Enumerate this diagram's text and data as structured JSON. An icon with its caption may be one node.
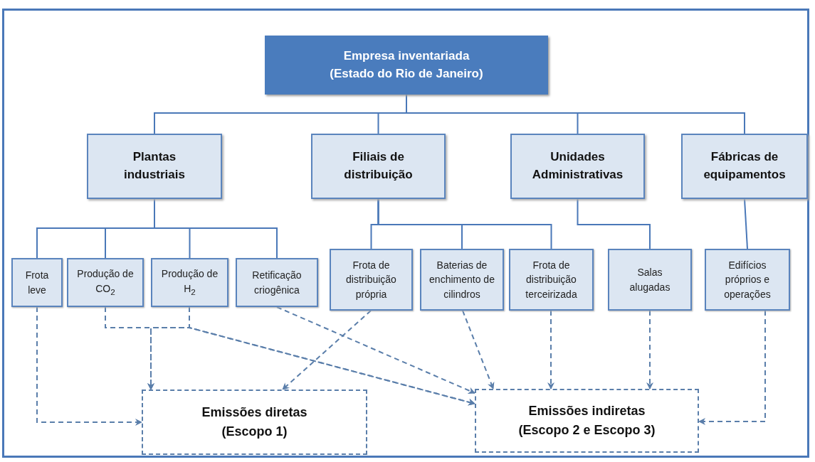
{
  "diagram": {
    "nodes": [
      {
        "text": [
          "Empresa inventariada (Estado do Rio de Janeiro)"
        ]
      },
      {
        "text": [
          "Plantas industriais"
        ]
      },
      {
        "text": [
          "Filiais de distribuição"
        ]
      },
      {
        "text": [
          "Unidades Administrativas"
        ]
      },
      {
        "text": [
          "Fábricas de equipamentos"
        ]
      },
      {
        "text": [
          "Frota leve"
        ]
      },
      {
        "text": [
          "Produção de CO$_{2}$"
        ]
      },
      {
        "text": [
          "Produção de H$_{2}$"
        ]
      },
      {
        "text": [
          "Retificação criogênica"
        ]
      },
      {
        "text": [
          "Frota de distribuição própria"
        ]
      },
      {
        "text": [
          "Baterias de enchimento de cilindros"
        ]
      },
      {
        "text": [
          "Frota de distribuição terceirizada"
        ]
      },
      {
        "text": [
          "Salas alugadas"
        ]
      },
      {
        "text": [
          "Edifícios próprios e operações"
        ]
      },
      {
        "text": [
          "Emissões diretas (Escopo 1)"
        ]
      },
      {
        "text": [
          "Emissões indiretas (Escopo 2 e Escopo 3)"
        ]
      }
    ],
    "edges": [
      {
        "from": 0,
        "to": 1,
        "arrow": "none"
      },
      {
        "from": 0,
        "to": 2,
        "arrow": "none"
      },
      {
        "from": 0,
        "to": 3,
        "arrow": "none"
      },
      {
        "from": 0,
        "to": 4,
        "arrow": "none"
      },
      {
        "from": 1,
        "to": 5,
        "arrow": "none"
      },
      {
        "from": 1,
        "to": 6,
        "arrow": "none"
      },
      {
        "from": 1,
        "to": 7,
        "arrow": "none"
      },
      {
        "from": 1,
        "to": 8,
        "arrow": "none"
      },
      {
        "from": 2,
        "to": 9,
        "arrow": "none"
      },
      {
        "from": 2,
        "to": 10,
        "arrow": "none"
      },
      {
        "from": 2,
        "to": 11,
        "arrow": "none"
      },
      {
        "from": 3,
        "to": 12,
        "arrow": "none"
      },
      {
        "from": 4,
        "to": 13,
        "arrow": "none"
      },
      {
        "from": 5,
        "to": 14,
        "arrow": "to",
        "style": "dashed"
      },
      {
        "from": 6,
        "to": 14,
        "arrow": "to",
        "style": "dashed"
      },
      {
        "from": 7,
        "to": 14,
        "arrow": "to",
        "style": "dashed"
      },
      {
        "from": 6,
        "to": 15,
        "arrow": "to",
        "style": "dashed"
      },
      {
        "from": 7,
        "to": 15,
        "arrow": "to",
        "style": "dashed"
      },
      {
        "from": 8,
        "to": 15,
        "arrow": "to",
        "style": "dashed"
      },
      {
        "from": 9,
        "to": 14,
        "arrow": "to",
        "style": "dashed"
      },
      {
        "from": 10,
        "to": 15,
        "arrow": "to",
        "style": "dashed"
      },
      {
        "from": 11,
        "to": 15,
        "arrow": "to",
        "style": "dashed"
      },
      {
        "from": 12,
        "to": 15,
        "arrow": "to",
        "style": "dashed"
      },
      {
        "from": 13,
        "to": 15,
        "arrow": "to",
        "style": "dashed"
      }
    ]
  }
}
